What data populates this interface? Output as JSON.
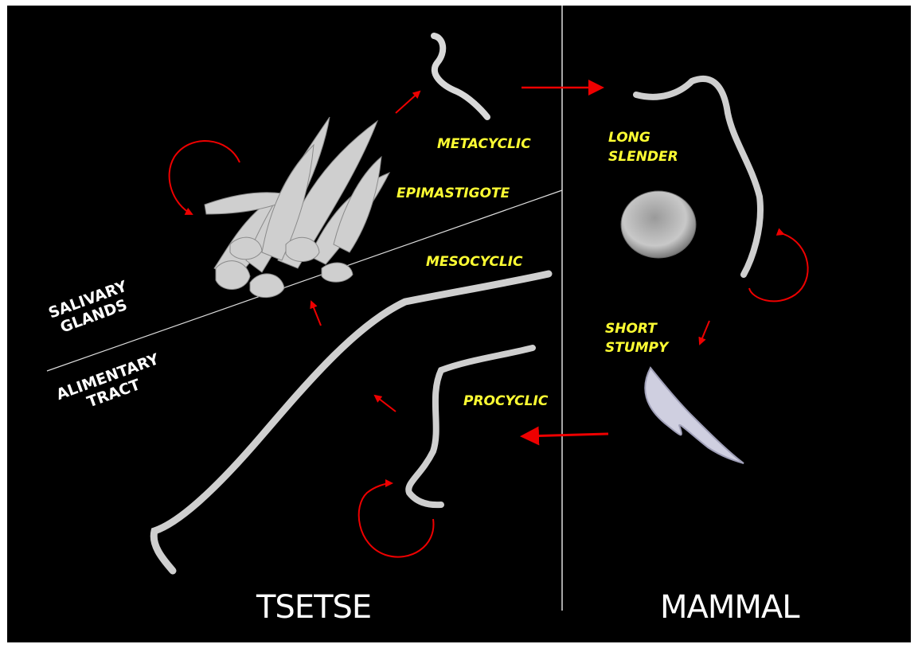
{
  "hosts": {
    "left": "TSETSE",
    "right": "MAMMAL"
  },
  "regions": {
    "upper": "SALIVARY\nGLANDS",
    "lower": "ALIMENTARY\nTRACT"
  },
  "stages": {
    "metacyclic": "METACYCLIC",
    "epimastigote": "EPIMASTIGOTE",
    "mesocyclic": "MESOCYCLIC",
    "procyclic": "PROCYCLIC",
    "long_slender": "LONG\nSLENDER",
    "short_stumpy": "SHORT\nSTUMPY"
  },
  "colors": {
    "background": "#000000",
    "arrow": "#ee0000",
    "label": "#ffff33",
    "host_text": "#ffffff"
  }
}
